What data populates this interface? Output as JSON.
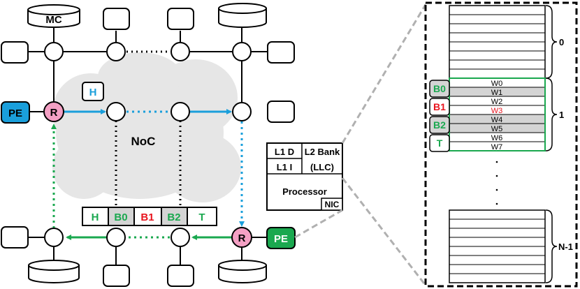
{
  "colors": {
    "blue": "#1a9fdb",
    "green": "#1aa84f",
    "red": "#e8141e",
    "router_pink": "#f4a0c4",
    "grey_fill": "#d4d4d4",
    "cloud": "#e6e6e6"
  },
  "noc": {
    "label": "NoC",
    "mc_label": "MC",
    "router_label": "R",
    "pe_label": "PE",
    "packet_head": "H",
    "flits": [
      "H",
      "B0",
      "B1",
      "B2",
      "T"
    ]
  },
  "node_detail": {
    "l1d": "L1 D",
    "l1i": "L1 I",
    "l2_line1": "L2 Bank",
    "l2_line2": "(LLC)",
    "processor": "Processor",
    "nic": "NIC"
  },
  "memory": {
    "group_top": "0",
    "group_mid": "1",
    "group_bottom": "N-1",
    "flit_tags": [
      "B0",
      "B1",
      "B2",
      "T"
    ],
    "words": [
      "W0",
      "W1",
      "W2",
      "W3",
      "W4",
      "W5",
      "W6",
      "W7"
    ]
  }
}
